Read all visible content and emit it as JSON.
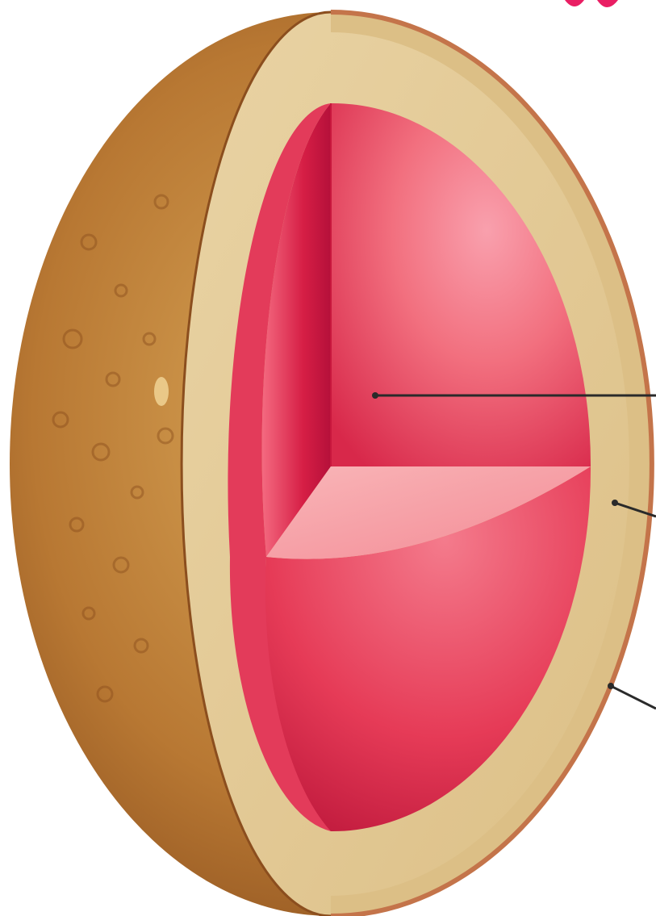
{
  "diagram": {
    "subject": "planet-interior-cutaway",
    "layers": [
      {
        "id": "core",
        "color": "#e8334f"
      },
      {
        "id": "mantle",
        "color": "#e2c48f"
      },
      {
        "id": "crust",
        "color": "#b8792f"
      }
    ],
    "leader_lines": [
      {
        "target": "core"
      },
      {
        "target": "mantle"
      },
      {
        "target": "crust"
      }
    ],
    "accent_color": "#e91e63"
  }
}
